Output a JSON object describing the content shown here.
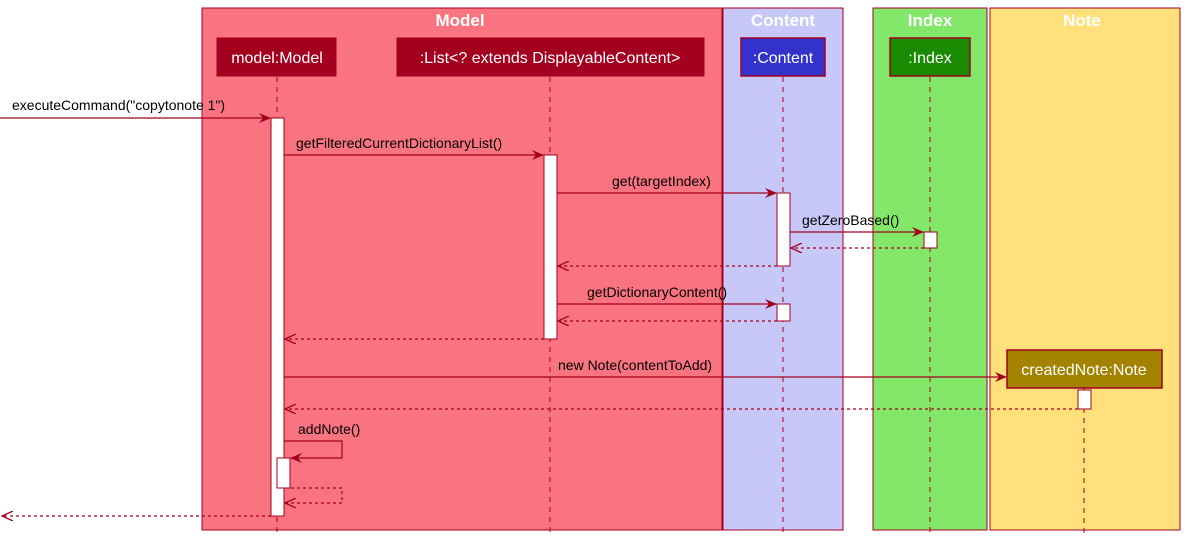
{
  "boxes": [
    {
      "title": "Model",
      "color": "#FA7380"
    },
    {
      "title": "Content",
      "color": "#C8C8F8"
    },
    {
      "title": "Index",
      "color": "#83E86A"
    },
    {
      "title": "Note",
      "color": "#FFE07A"
    }
  ],
  "participants": [
    {
      "id": "model",
      "label": "model:Model",
      "fill": "#A3001F",
      "border": "#A3001F",
      "text": "#ffffff"
    },
    {
      "id": "list",
      "label": ":List<? extends DisplayableContent>",
      "fill": "#A3001F",
      "border": "#A3001F",
      "text": "#ffffff"
    },
    {
      "id": "content",
      "label": ":Content",
      "fill": "#3333CC",
      "border": "#A3001F",
      "text": "#ffffff"
    },
    {
      "id": "index",
      "label": ":Index",
      "fill": "#1A8A00",
      "border": "#A3001F",
      "text": "#ffffff"
    },
    {
      "id": "note",
      "label": "createdNote:Note",
      "fill": "#A38200",
      "border": "#A3001F",
      "text": "#ffffff"
    }
  ],
  "messages": [
    {
      "from": "external",
      "to": "model",
      "label": "executeCommand(\"copytonote 1\")",
      "kind": "call"
    },
    {
      "from": "model",
      "to": "list",
      "label": "getFilteredCurrentDictionaryList()",
      "kind": "call"
    },
    {
      "from": "list",
      "to": "content",
      "label": "get(targetIndex)",
      "kind": "call"
    },
    {
      "from": "content",
      "to": "index",
      "label": "getZeroBased()",
      "kind": "call"
    },
    {
      "from": "index",
      "to": "content",
      "label": "",
      "kind": "return"
    },
    {
      "from": "content",
      "to": "list",
      "label": "",
      "kind": "return"
    },
    {
      "from": "list",
      "to": "content",
      "label": "getDictionaryContent()",
      "kind": "call"
    },
    {
      "from": "content",
      "to": "list",
      "label": "",
      "kind": "return"
    },
    {
      "from": "list",
      "to": "model",
      "label": "",
      "kind": "return"
    },
    {
      "from": "model",
      "to": "note",
      "label": "new Note(contentToAdd)",
      "kind": "create"
    },
    {
      "from": "note",
      "to": "model",
      "label": "",
      "kind": "return"
    },
    {
      "from": "model",
      "to": "model",
      "label": "addNote()",
      "kind": "self"
    },
    {
      "from": "model",
      "to": "model",
      "label": "",
      "kind": "self-return"
    },
    {
      "from": "model",
      "to": "external",
      "label": "",
      "kind": "return"
    }
  ],
  "colors": {
    "arrow": "#A3001F",
    "lifeline": "#A3001F",
    "activation_fill": "#ffffff"
  }
}
